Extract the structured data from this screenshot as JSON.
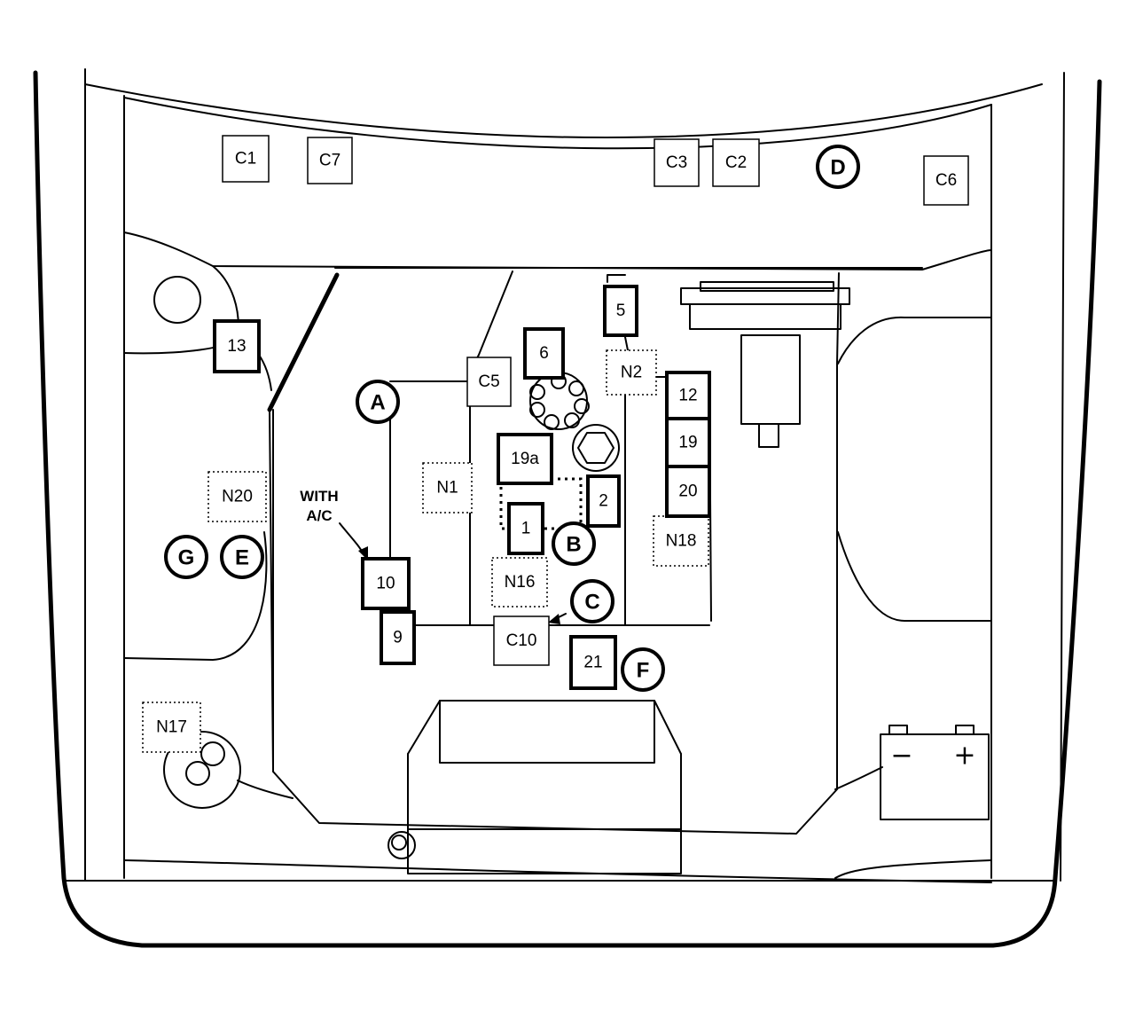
{
  "thin_boxes": [
    {
      "id": "C1",
      "label": "C1"
    },
    {
      "id": "C7",
      "label": "C7"
    },
    {
      "id": "C3",
      "label": "C3"
    },
    {
      "id": "C2",
      "label": "C2"
    },
    {
      "id": "C6",
      "label": "C6"
    },
    {
      "id": "C5",
      "label": "C5"
    },
    {
      "id": "C10",
      "label": "C10"
    }
  ],
  "thick_boxes": [
    {
      "id": "13",
      "label": "13"
    },
    {
      "id": "5",
      "label": "5"
    },
    {
      "id": "6",
      "label": "6"
    },
    {
      "id": "12",
      "label": "12"
    },
    {
      "id": "19",
      "label": "19"
    },
    {
      "id": "20",
      "label": "20"
    },
    {
      "id": "19a",
      "label": "19a"
    },
    {
      "id": "2",
      "label": "2"
    },
    {
      "id": "1",
      "label": "1"
    },
    {
      "id": "10",
      "label": "10"
    },
    {
      "id": "9",
      "label": "9"
    },
    {
      "id": "21",
      "label": "21"
    }
  ],
  "dotted_boxes": [
    {
      "id": "N2",
      "label": "N2"
    },
    {
      "id": "N1",
      "label": "N1"
    },
    {
      "id": "N20",
      "label": "N20"
    },
    {
      "id": "N16",
      "label": "N16"
    },
    {
      "id": "N18",
      "label": "N18"
    },
    {
      "id": "N17",
      "label": "N17"
    }
  ],
  "circle_labels": [
    {
      "id": "A",
      "label": "A"
    },
    {
      "id": "B",
      "label": "B"
    },
    {
      "id": "C",
      "label": "C"
    },
    {
      "id": "D",
      "label": "D"
    },
    {
      "id": "E",
      "label": "E"
    },
    {
      "id": "F",
      "label": "F"
    },
    {
      "id": "G",
      "label": "G"
    }
  ],
  "annotation": {
    "line1": "WITH",
    "line2": "A/C"
  },
  "battery": {
    "minus": "−",
    "plus": "+"
  }
}
